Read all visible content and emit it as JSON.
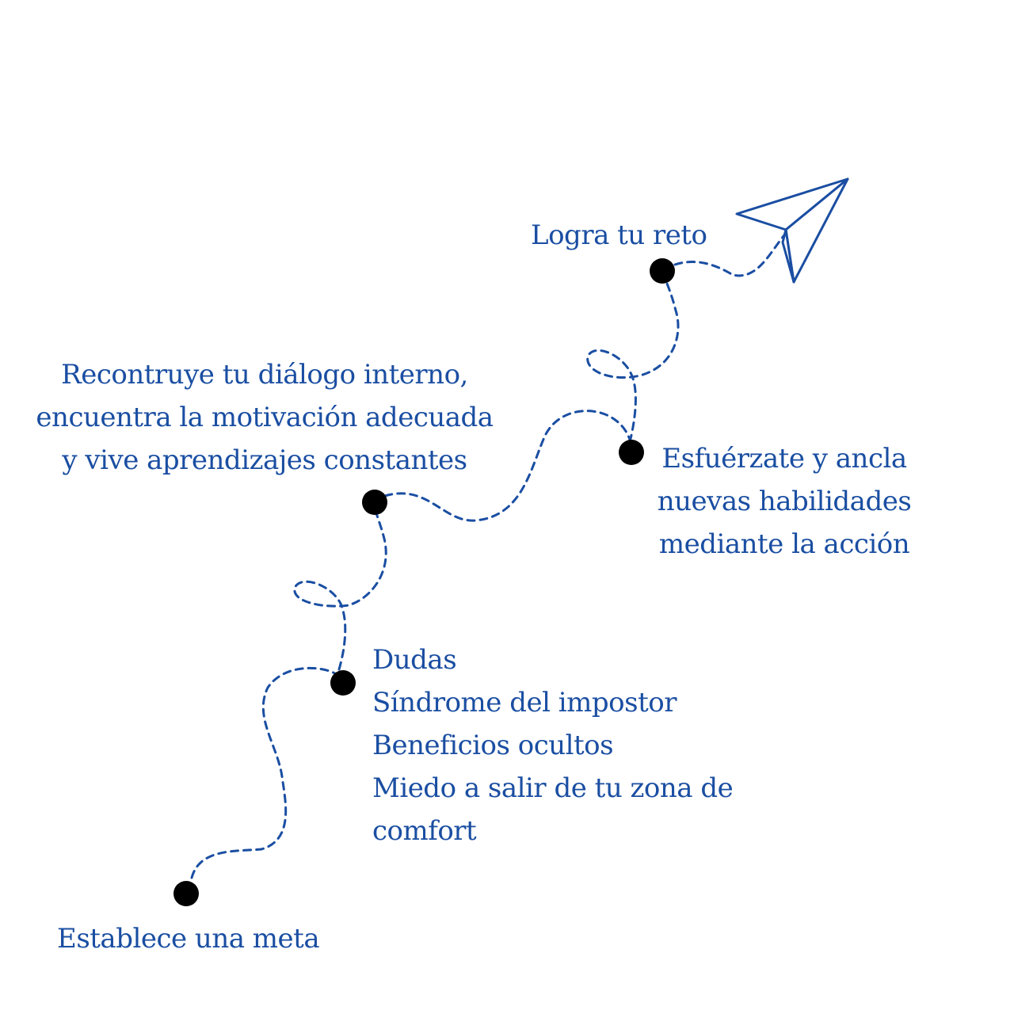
{
  "colors": {
    "text": "#1a4ea2",
    "path": "#1a4ea2",
    "dots": "#000000",
    "background": "#ffffff"
  },
  "icons": {
    "goal": "paper-plane-icon"
  },
  "steps": {
    "meta": {
      "lines": [
        "Establece una meta"
      ]
    },
    "obstacles": {
      "lines": [
        "Dudas",
        "Síndrome del impostor",
        "Beneficios ocultos",
        "Miedo a salir de tu zona de",
        "comfort"
      ]
    },
    "recontruye": {
      "lines": [
        "Recontruye tu diálogo interno,",
        "encuentra la motivación adecuada",
        "y vive aprendizajes constantes"
      ]
    },
    "esfuerzate": {
      "lines": [
        "Esfuérzate y ancla",
        "nuevas habilidades",
        "mediante la acción"
      ]
    },
    "logra": {
      "lines": [
        "Logra tu reto"
      ]
    }
  }
}
